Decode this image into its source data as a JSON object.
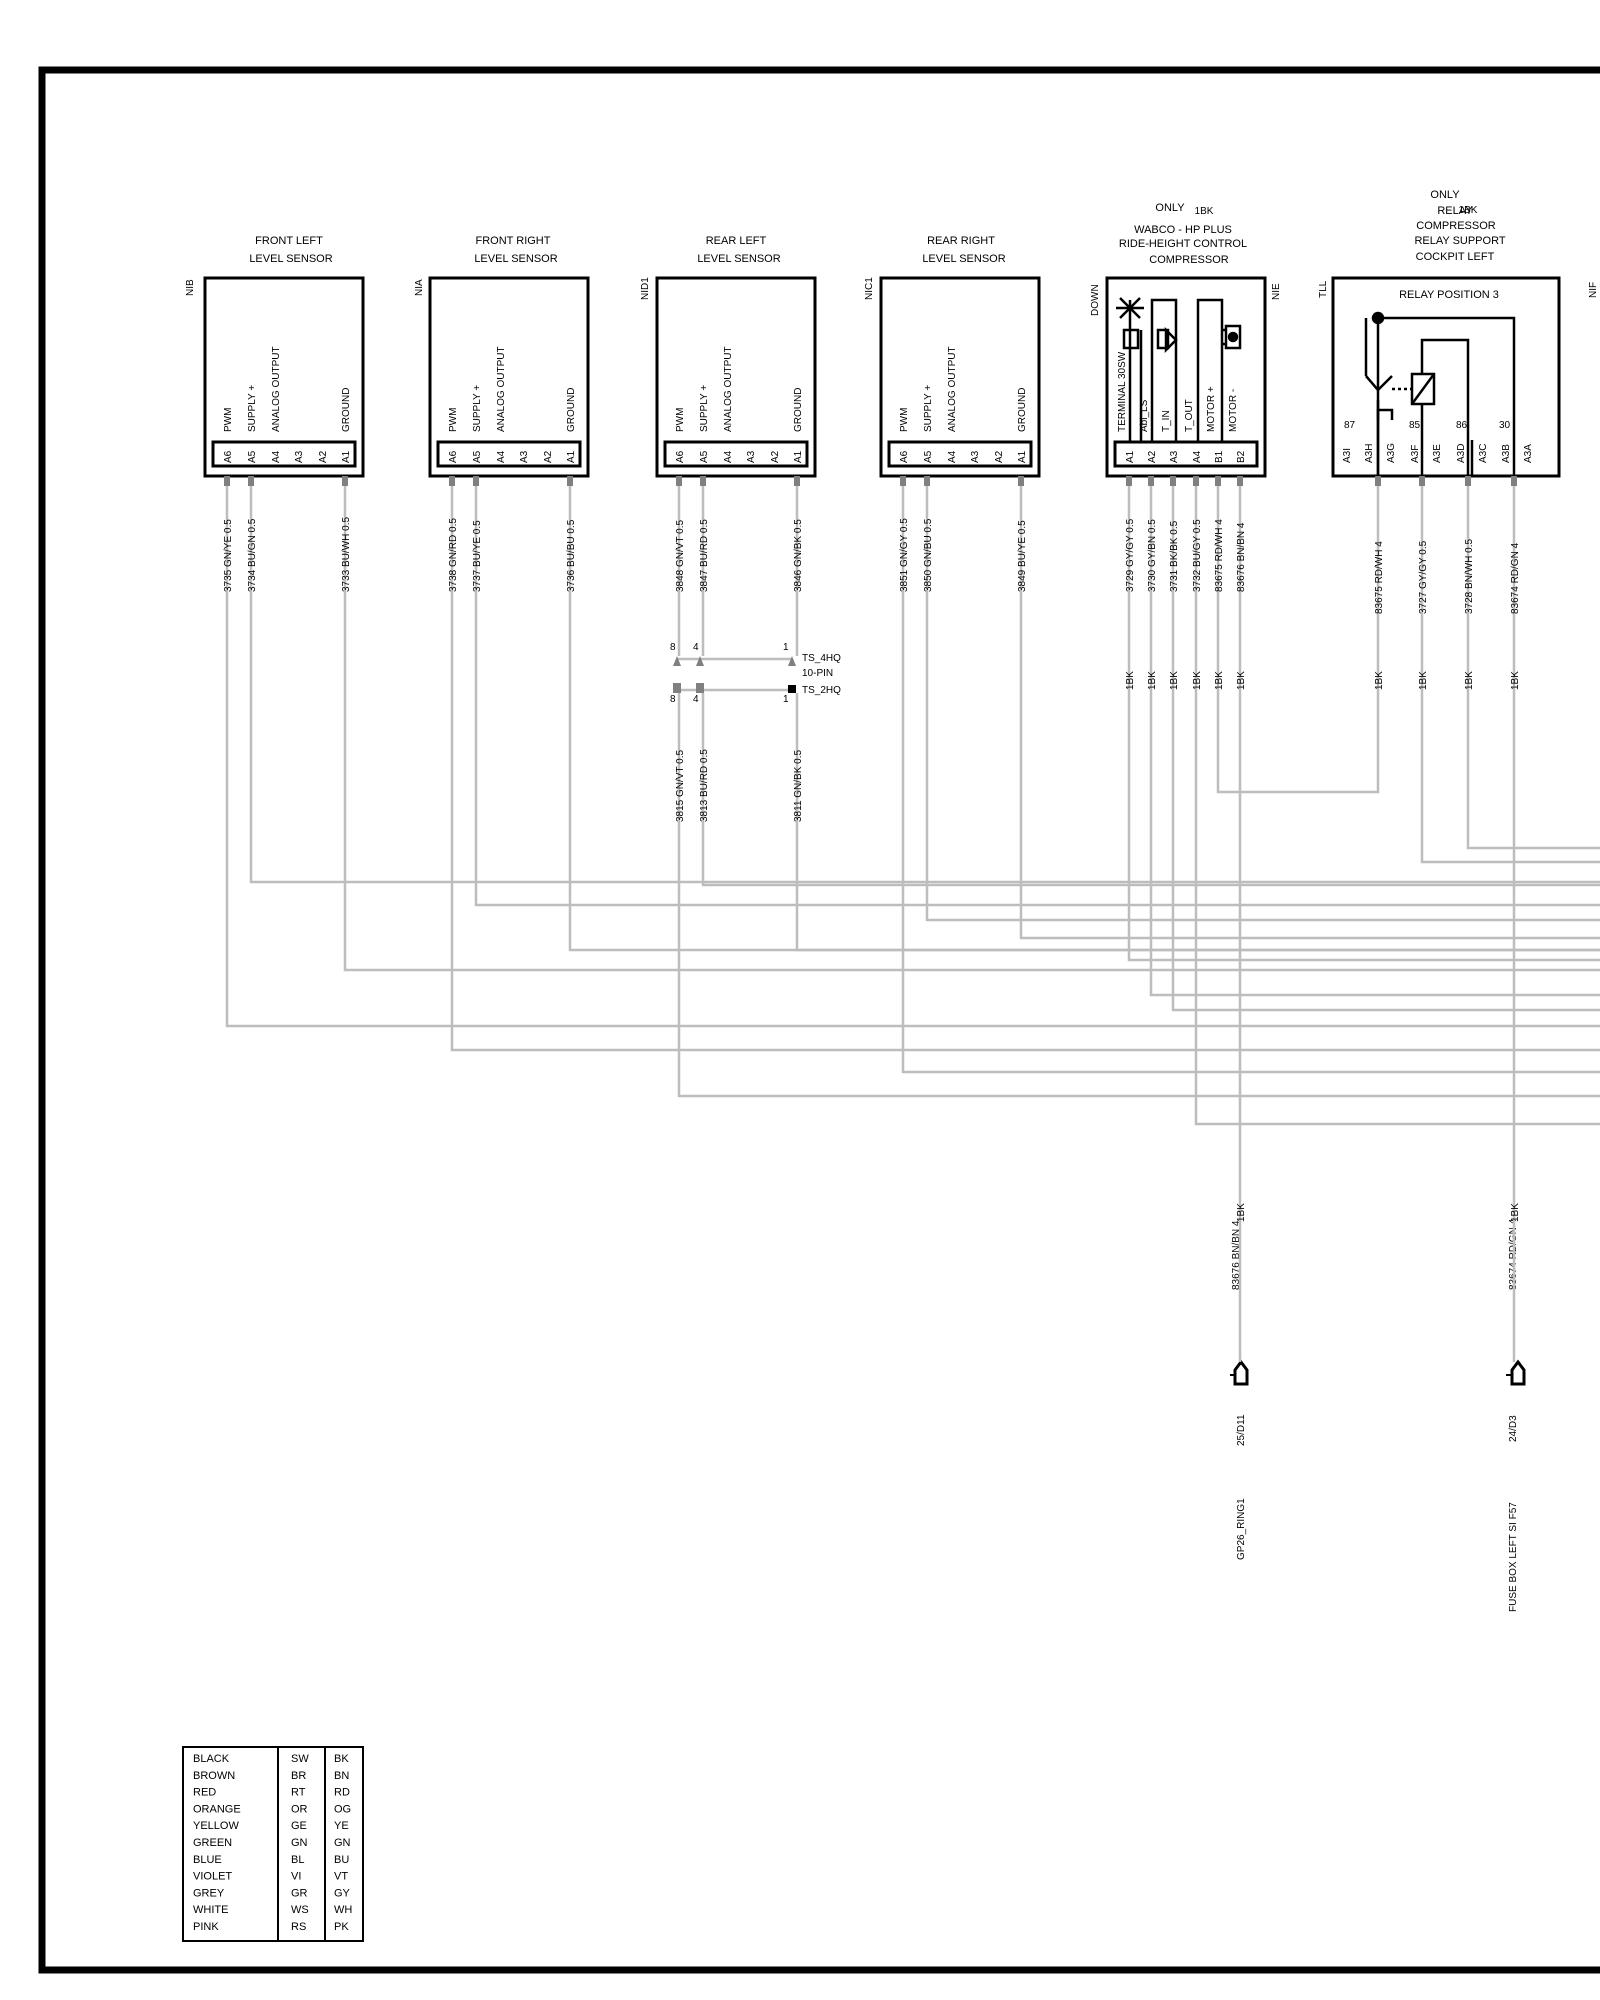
{
  "components": [
    {
      "id": "nib",
      "side_label": "NIB",
      "title": [
        "FRONT LEFT",
        "LEVEL SENSOR"
      ],
      "pin_labels": [
        "PWM",
        "SUPPLY +",
        "ANALOG OUTPUT",
        "",
        "",
        "GROUND"
      ],
      "pins": [
        "A6",
        "A5",
        "A4",
        "A3",
        "A2",
        "A1"
      ],
      "wires": [
        "3735 GN/YE 0.5",
        "3734 BU/GN 0.5",
        "3733 BU/WH 0.5"
      ]
    },
    {
      "id": "nia",
      "side_label": "NIA",
      "title": [
        "FRONT RIGHT",
        "LEVEL SENSOR"
      ],
      "pin_labels": [
        "PWM",
        "SUPPLY +",
        "ANALOG OUTPUT",
        "",
        "",
        "GROUND"
      ],
      "pins": [
        "A6",
        "A5",
        "A4",
        "A3",
        "A2",
        "A1"
      ],
      "wires": [
        "3738 GN/RD 0.5",
        "3737 BU/YE 0.5",
        "3736 BU/BU 0.5"
      ]
    },
    {
      "id": "nid1",
      "side_label": "NID1",
      "title": [
        "REAR LEFT",
        "LEVEL SENSOR"
      ],
      "pin_labels": [
        "PWM",
        "SUPPLY +",
        "ANALOG OUTPUT",
        "",
        "",
        "GROUND"
      ],
      "pins": [
        "A6",
        "A5",
        "A4",
        "A3",
        "A2",
        "A1"
      ],
      "wires": [
        "3848 GN/VT 0.5",
        "3847 BU/RD 0.5",
        "3846 GN/BK 0.5"
      ],
      "wires_lower": [
        "3815 GN/VT 0.5",
        "3813 BU/RD 0.5",
        "3811 GN/BK 0.5"
      ]
    },
    {
      "id": "nic1",
      "side_label": "NIC1",
      "title": [
        "REAR RIGHT",
        "LEVEL SENSOR"
      ],
      "pin_labels": [
        "PWM",
        "SUPPLY +",
        "ANALOG OUTPUT",
        "",
        "",
        "GROUND"
      ],
      "pins": [
        "A6",
        "A5",
        "A4",
        "A3",
        "A2",
        "A1"
      ],
      "wires": [
        "3851 GN/GY 0.5",
        "3850 GN/BU 0.5",
        "3849 BU/YE 0.5"
      ]
    },
    {
      "id": "nie",
      "side_label": "NIE",
      "side_label_left": "DOWN",
      "title": [
        "ONLY",
        "WABCO - HP PLUS",
        "RIDE-HEIGHT CONTROL",
        "COMPRESSOR"
      ],
      "title_note": "1BK",
      "pin_labels": [
        "TERMINAL 30SW",
        "Abl_LS",
        "T_IN",
        "T_OUT",
        "MOTOR +",
        "MOTOR -"
      ],
      "pins": [
        "A1",
        "A2",
        "A3",
        "A4",
        "B1",
        "B2"
      ],
      "wires": [
        "3729 GY/GY 0.5",
        "3730 GY/BN 0.5",
        "3731 BK/BK 0.5",
        "3732 BU/GY 0.5",
        "83675 RD/WH 4",
        "83676 BN/BN 4"
      ]
    },
    {
      "id": "tll",
      "side_label": "TLL",
      "side_label_right": "NIF",
      "title": [
        "ONLY",
        "RELAY",
        "COMPRESSOR",
        "RELAY SUPPORT",
        "COCKPIT LEFT"
      ],
      "title_note": "1BK",
      "inner_title": "RELAY POSITION 3",
      "relay_pin_numbers": [
        "87",
        "85",
        "86",
        "30"
      ],
      "pins": [
        "A3I",
        "A3H",
        "A3G",
        "A3F",
        "A3E",
        "A3D",
        "A3C",
        "A3B",
        "A3A"
      ],
      "wires": [
        "83675 RD/WH 4",
        "3727 GY/GY 0.5",
        "3728 BN/WH 0.5",
        "83674 RD/GN 4"
      ]
    }
  ],
  "connector_ts": {
    "upper": "TS_4HQ",
    "middle": "10-PIN",
    "lower": "TS_2HQ",
    "pin_upper": [
      "8",
      "4",
      "1"
    ],
    "pin_lower": [
      "8",
      "4",
      "1"
    ]
  },
  "bk_marker": "1BK",
  "ground_link": {
    "wire": "83676 BN/BN 4",
    "ref": "25/D11",
    "name": "GP26_RING1"
  },
  "fuse_link": {
    "wire": "83674 RD/GN 4",
    "ref": "24/D3",
    "name": "FUSE BOX LEFT SI F57"
  },
  "legend": [
    [
      "BLACK",
      "SW",
      "BK"
    ],
    [
      "BROWN",
      "BR",
      "BN"
    ],
    [
      "RED",
      "RT",
      "RD"
    ],
    [
      "ORANGE",
      "OR",
      "OG"
    ],
    [
      "YELLOW",
      "GE",
      "YE"
    ],
    [
      "GREEN",
      "GN",
      "GN"
    ],
    [
      "BLUE",
      "BL",
      "BU"
    ],
    [
      "VIOLET",
      "VI",
      "VT"
    ],
    [
      "GREY",
      "GR",
      "GY"
    ],
    [
      "WHITE",
      "WS",
      "WH"
    ],
    [
      "PINK",
      "RS",
      "PK"
    ]
  ],
  "colors": {
    "wire": "#bdbdbd",
    "line": "#000000",
    "pin_stub": "#808080"
  }
}
